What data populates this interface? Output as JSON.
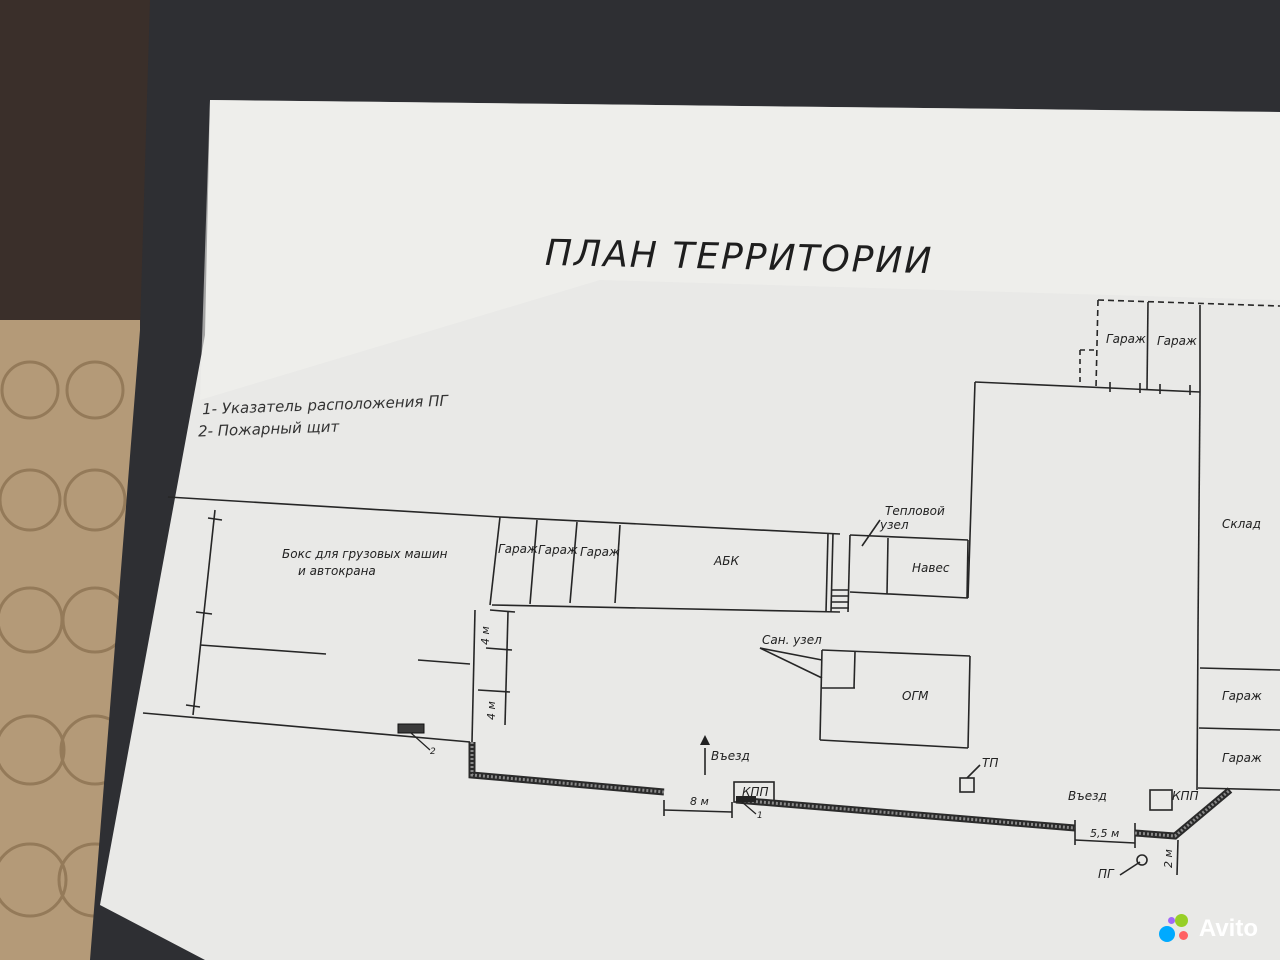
{
  "plan": {
    "title": "ПЛАН ТЕРРИТОРИИ",
    "legend": [
      "1- Указатель расположения ПГ",
      "2- Пожарный щит"
    ],
    "rooms": {
      "box": "Бокс для грузовых машин",
      "box2": "и автокрана",
      "garage": "Гараж",
      "abk": "АБК",
      "heat1": "Тепловой",
      "heat2": "узел",
      "naves": "Навес",
      "san": "Сан. узел",
      "ogm": "ОГМ",
      "sklad": "Склад",
      "tp": "ТП",
      "kpp": "КПП",
      "entry": "Въезд",
      "pg": "ПГ"
    },
    "dimensions": {
      "d4m": "4 м",
      "d8m": "8 м",
      "d55m": "5,5 м",
      "d2m": "2 м"
    },
    "markers": {
      "one": "1",
      "two": "2"
    }
  },
  "watermark": {
    "text": "Avito",
    "colors": [
      "#00aaff",
      "#97cf26",
      "#ff6163",
      "#a169f7"
    ]
  }
}
